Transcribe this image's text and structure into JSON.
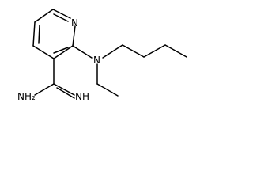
{
  "molecule": {
    "labels": {
      "ring_nitrogen": "N",
      "amine_nitrogen": "N",
      "amidine_nh2": "NH₂",
      "amidine_imine": "NH"
    }
  }
}
